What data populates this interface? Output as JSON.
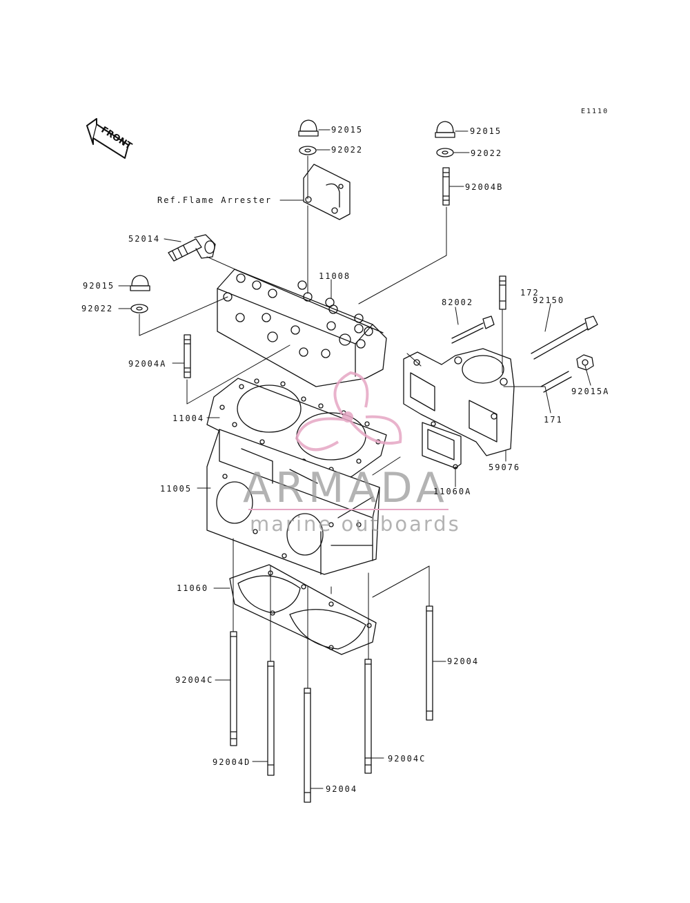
{
  "diagram_code": "E1110",
  "front_label": "FRONT",
  "watermark": {
    "title": "ARMADA",
    "subtitle": "marine outboards",
    "accent_color": "#e6a6c4",
    "text_color": "#9a9a9a"
  },
  "parts": {
    "p92015_center": "92015",
    "p92022_center": "92022",
    "p92015_right": "92015",
    "p92022_right": "92022",
    "p92004B": "92004B",
    "ref_flame_arrester": "Ref.Flame Arrester",
    "p52014": "52014",
    "p11008": "11008",
    "p92015_left": "92015",
    "p92022_left": "92022",
    "p82002": "82002",
    "p172": "172",
    "p92150": "92150",
    "p92004A": "92004A",
    "p92015A": "92015A",
    "p11004": "11004",
    "p171": "171",
    "p59076": "59076",
    "p11005": "11005",
    "p11060A": "11060A",
    "p11060": "11060",
    "p92004_right": "92004",
    "p92004C_left": "92004C",
    "p92004D": "92004D",
    "p92004C_right": "92004C",
    "p92004_bottom": "92004"
  }
}
